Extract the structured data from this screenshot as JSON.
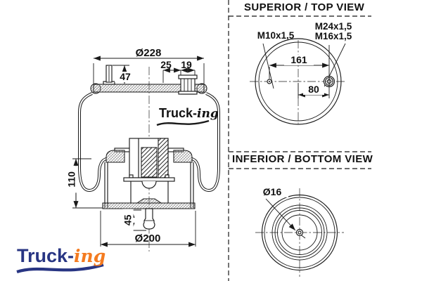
{
  "drawing": {
    "title_context": "air spring technical drawing",
    "colors": {
      "line": "#1a1a1a",
      "logo_navy": "#283583",
      "logo_orange": "#f47b20"
    },
    "logo": {
      "part1": "Truck-",
      "part2": "ing"
    },
    "side_view": {
      "dim_top_diameter": "Ø228",
      "dim_stud_height": "47",
      "dim_port_offset": "25",
      "dim_port_width": "19",
      "dim_piston_height": "110",
      "dim_bottom_stud": "45",
      "dim_bottom_diameter": "Ø200"
    },
    "top_view": {
      "title": "SUPERIOR / TOP VIEW",
      "label_small_stud": "M10x1,5",
      "label_large_stud_outer": "M24x1,5",
      "label_large_stud_inner": "M16x1,5",
      "dim_stud_spacing": "161",
      "dim_stud_offset": "80"
    },
    "bottom_view": {
      "title": "INFERIOR / BOTTOM VIEW",
      "dim_center_hole": "Ø16"
    }
  }
}
